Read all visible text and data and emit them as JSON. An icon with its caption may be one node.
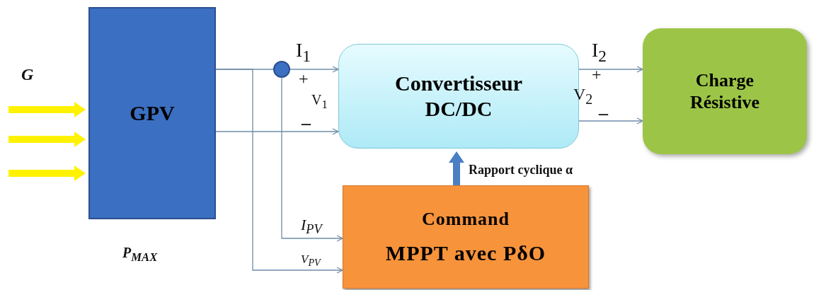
{
  "diagram": {
    "nodes": [
      {
        "text": [
          "GPV"
        ],
        "beside": [
          "P$_{MAX}$"
        ]
      },
      {
        "text": [],
        "shape": "circle"
      },
      {
        "text": [
          "Convertisseur DC/DC"
        ]
      },
      {
        "text": [
          "Charge Résistive"
        ]
      },
      {
        "text": [
          "Command",
          "MPPT avec PδO"
        ]
      }
    ],
    "edges": [
      {
        "from": null,
        "to": 0,
        "arrow": "to",
        "style": "thick",
        "color": "#fff200"
      },
      {
        "from": null,
        "to": 0,
        "arrow": "to",
        "style": "thick",
        "color": "#fff200"
      },
      {
        "from": null,
        "to": 0,
        "arrow": "to",
        "style": "thick",
        "color": "#fff200"
      },
      {
        "from": 0,
        "to": 1,
        "arrow": "none"
      },
      {
        "from": 1,
        "to": 2,
        "arrow": "to"
      },
      {
        "from": 0,
        "to": 2,
        "arrow": "to"
      },
      {
        "from": 1,
        "to": 4,
        "arrow": "to"
      },
      {
        "from": 0,
        "to": 4,
        "arrow": "to"
      },
      {
        "from": 2,
        "to": 3,
        "arrow": "to"
      },
      {
        "from": 2,
        "to": 3,
        "arrow": "to"
      },
      {
        "from": 4,
        "to": 2,
        "arrow": "to",
        "style": "thick",
        "color": "#4a7fc4",
        "label": "Rapport cyclique α"
      }
    ],
    "labels": [
      "G",
      "I$_{1}$",
      "+",
      "V$_{1}$",
      "–",
      "I$_{2}$",
      "+",
      "V$_{2}$",
      "–",
      "I$_{PV}$",
      "V$_{PV}$"
    ]
  }
}
